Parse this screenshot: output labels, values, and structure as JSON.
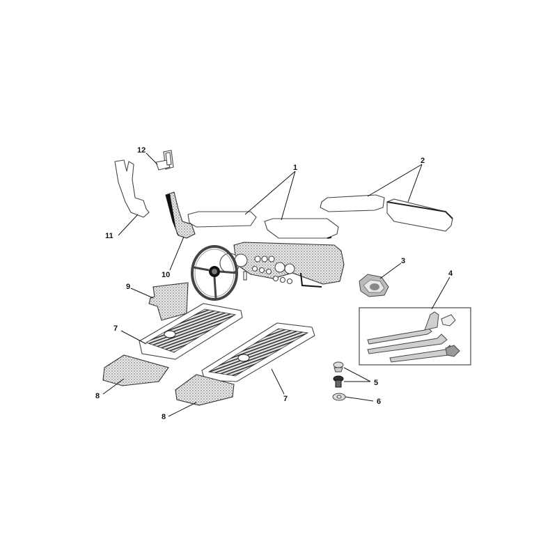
{
  "callouts": [
    {
      "id": "c1",
      "text": "1"
    },
    {
      "id": "c2",
      "text": "2"
    },
    {
      "id": "c3",
      "text": "3"
    },
    {
      "id": "c4",
      "text": "4"
    },
    {
      "id": "c5",
      "text": "5"
    },
    {
      "id": "c6",
      "text": "6"
    },
    {
      "id": "c7a",
      "text": "7"
    },
    {
      "id": "c7b",
      "text": "7"
    },
    {
      "id": "c8a",
      "text": "8"
    },
    {
      "id": "c8b",
      "text": "8"
    },
    {
      "id": "c9",
      "text": "9"
    },
    {
      "id": "c10",
      "text": "10"
    },
    {
      "id": "c11",
      "text": "11"
    },
    {
      "id": "c12",
      "text": "12"
    }
  ],
  "colors": {
    "line": "#444444",
    "fill": "#ffffff",
    "mat_pattern": "#2a2a2a",
    "trim": "#111111"
  }
}
